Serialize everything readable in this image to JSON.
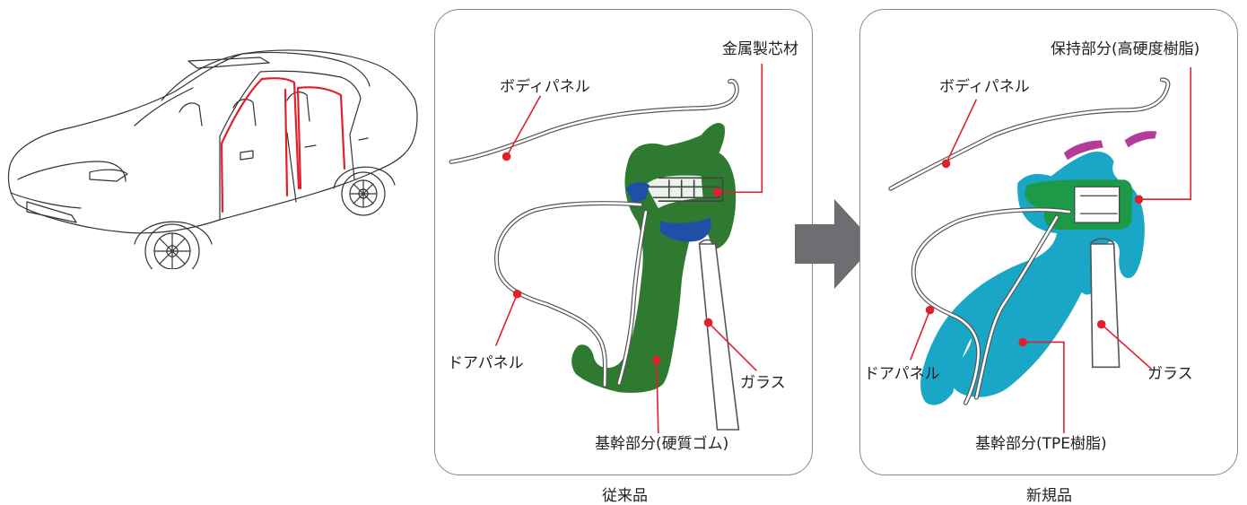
{
  "colors": {
    "leader_line": "#e0202a",
    "conventional_base": "#2f7a31",
    "metal_core": "#1e50a8",
    "new_base": "#1aa7c7",
    "new_retainer": "#1d9a48",
    "new_lip": "#b33c9a",
    "arrow": "#6d6e71",
    "panel_border": "#8a8a8a"
  },
  "conventional": {
    "caption": "従来品",
    "labels": {
      "metal_core": "金属製芯材",
      "body_panel": "ボディパネル",
      "door_panel": "ドアパネル",
      "glass": "ガラス",
      "base": "基幹部分(硬質ゴム)"
    }
  },
  "new_product": {
    "caption": "新規品",
    "labels": {
      "retainer": "保持部分(高硬度樹脂)",
      "body_panel": "ボディパネル",
      "door_panel": "ドアパネル",
      "glass": "ガラス",
      "base": "基幹部分(TPE樹脂)"
    }
  },
  "icons": {
    "car": "sedan-car-icon",
    "arrow": "right-arrow-icon"
  }
}
